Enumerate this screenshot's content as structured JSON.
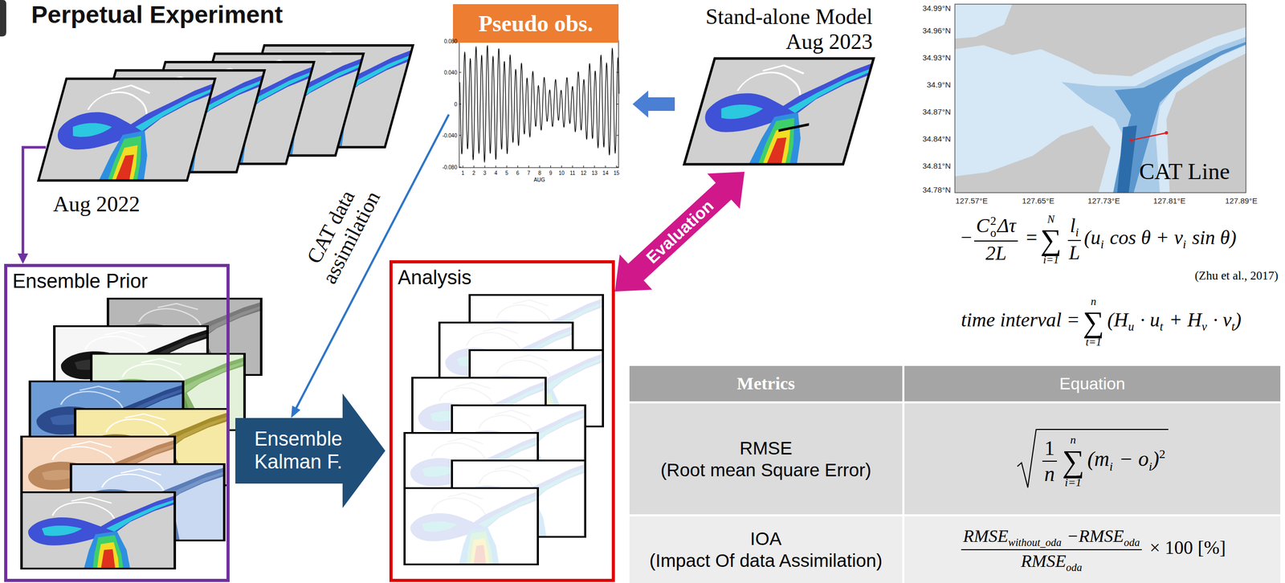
{
  "diagram": {
    "title": "Perpetual Experiment",
    "nodes": [
      {
        "text": [
          "Aug 2022"
        ]
      },
      {
        "text": [
          "Pseudo obs."
        ]
      },
      {
        "text": [
          "Stand-alone Model Aug 2023"
        ]
      },
      {
        "text": [
          "CAT Line"
        ]
      },
      {
        "text": [
          "Ensemble Prior"
        ]
      },
      {
        "text": [
          "Ensemble Kalman F."
        ]
      },
      {
        "text": [
          "Analysis"
        ]
      }
    ],
    "edges": [
      {
        "from": 2,
        "to": 1,
        "arrow": "to"
      },
      {
        "from": 1,
        "to": 5,
        "label": "CAT data assimilation",
        "arrow": "to"
      },
      {
        "from": 0,
        "to": 4,
        "arrow": "to"
      },
      {
        "from": 6,
        "to": 2,
        "label": "Evaluation",
        "arrow": "both"
      }
    ],
    "labels": [
      "0.080",
      "0.040",
      "0",
      "-0.040",
      "-0.080",
      "1",
      "2",
      "3",
      "4",
      "5",
      "6",
      "7",
      "8",
      "9",
      "10",
      "11",
      "12",
      "13",
      "14",
      "15",
      "AUG",
      "34.99°N",
      "34.96°N",
      "34.93°N",
      "34.9°N",
      "34.87°N",
      "34.84°N",
      "34.81°N",
      "34.78°N",
      "127.57°E",
      "127.65°E",
      "127.73°E",
      "127.81°E",
      "127.89°E",
      "−",
      "C",
      "o",
      "2",
      "Δτ",
      "2L",
      "=",
      "∑",
      "N",
      "i=1",
      "l",
      "i",
      "L",
      "(u",
      "i",
      "cos θ + v",
      "i",
      "sin θ)",
      "(Zhu et al., 2017)",
      "time interval =",
      "∑",
      "n",
      "t=1",
      "(H",
      "u",
      "· u",
      "t",
      "+ H",
      "v",
      "· v",
      "t",
      ")",
      "Metrics",
      "Equation",
      "RMSE",
      "(Root mean Square Error)",
      "1",
      "n",
      "∑",
      "n",
      "i=1",
      "(m",
      "i",
      "− o",
      "i",
      ")",
      "2",
      "IOA",
      "(Impact Of data Assimilation)",
      "RMSE",
      "without_oda",
      "−RMSE",
      "oda",
      "RMSE",
      "oda",
      "× 100 [%]"
    ]
  }
}
